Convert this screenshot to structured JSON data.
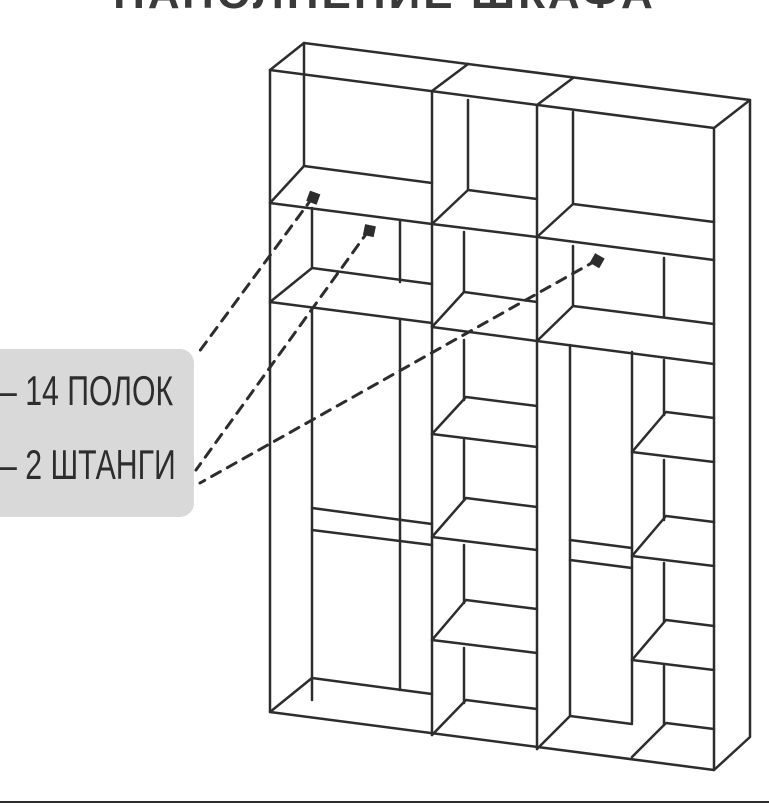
{
  "title": "НАПОЛНЕНИЕ ШКАФА",
  "callout": {
    "shelves": "– 14 ПОЛОК",
    "rods": "– 2 ШТАНГИ"
  },
  "colors": {
    "stroke": "#2d2d2d",
    "callout_bg": "#d9d9d9",
    "background": "#ffffff"
  }
}
